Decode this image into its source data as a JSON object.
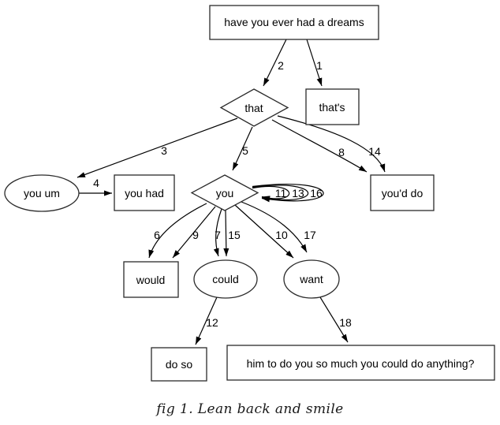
{
  "figure": {
    "caption": "fig 1. Lean back and smile"
  },
  "graph_colors": {
    "background": "#ffffff",
    "stroke": "#000000",
    "node_fill": "#ffffff"
  },
  "nodes": [
    {
      "id": "dreams",
      "label": "have you ever had a dreams",
      "shape": "box"
    },
    {
      "id": "that",
      "label": "that",
      "shape": "diamond"
    },
    {
      "id": "thats",
      "label": "that's",
      "shape": "box"
    },
    {
      "id": "you-um",
      "label": "you um",
      "shape": "ellipse"
    },
    {
      "id": "you-had",
      "label": "you had",
      "shape": "box"
    },
    {
      "id": "you",
      "label": "you",
      "shape": "diamond"
    },
    {
      "id": "youd-do",
      "label": "you'd do",
      "shape": "box"
    },
    {
      "id": "would",
      "label": "would",
      "shape": "box"
    },
    {
      "id": "could",
      "label": "could",
      "shape": "ellipse"
    },
    {
      "id": "want",
      "label": "want",
      "shape": "ellipse"
    },
    {
      "id": "do-so",
      "label": "do so",
      "shape": "box"
    },
    {
      "id": "him",
      "label": "him to do you so much you could do anything?",
      "shape": "box"
    }
  ],
  "edges": [
    {
      "from": "dreams",
      "to": "that",
      "label": "2"
    },
    {
      "from": "dreams",
      "to": "thats",
      "label": "1"
    },
    {
      "from": "that",
      "to": "you-um",
      "label": "3"
    },
    {
      "from": "that",
      "to": "you",
      "label": "5"
    },
    {
      "from": "that",
      "to": "youd-do",
      "label": "8"
    },
    {
      "from": "that",
      "to": "youd-do",
      "label": "14"
    },
    {
      "from": "you-um",
      "to": "you-had",
      "label": "4"
    },
    {
      "from": "you",
      "to": "you",
      "label": "11"
    },
    {
      "from": "you",
      "to": "you",
      "label": "13"
    },
    {
      "from": "you",
      "to": "you",
      "label": "16"
    },
    {
      "from": "you",
      "to": "would",
      "label": "6"
    },
    {
      "from": "you",
      "to": "would",
      "label": "9"
    },
    {
      "from": "you",
      "to": "could",
      "label": "7"
    },
    {
      "from": "you",
      "to": "could",
      "label": "15"
    },
    {
      "from": "you",
      "to": "want",
      "label": "10"
    },
    {
      "from": "you",
      "to": "want",
      "label": "17"
    },
    {
      "from": "could",
      "to": "do-so",
      "label": "12"
    },
    {
      "from": "want",
      "to": "him",
      "label": "18"
    }
  ]
}
